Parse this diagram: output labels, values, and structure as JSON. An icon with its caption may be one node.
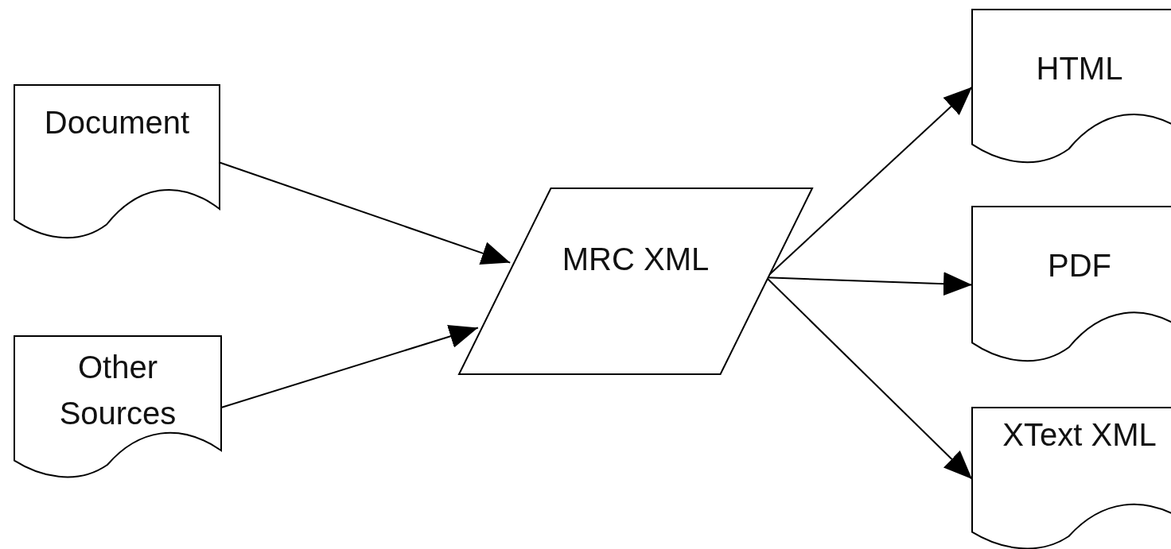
{
  "diagram": {
    "nodes": [
      {
        "text": [
          "Document"
        ]
      },
      {
        "text": [
          "Other Sources"
        ]
      },
      {
        "text": [
          "MRC XML"
        ]
      },
      {
        "text": [
          "HTML"
        ]
      },
      {
        "text": [
          "PDF"
        ]
      },
      {
        "text": [
          "XText XML"
        ]
      }
    ],
    "edges": [
      {
        "from": 0,
        "to": 2,
        "arrow": "to"
      },
      {
        "from": 1,
        "to": 2,
        "arrow": "to"
      },
      {
        "from": 2,
        "to": 3,
        "arrow": "to"
      },
      {
        "from": 2,
        "to": 4,
        "arrow": "to"
      },
      {
        "from": 2,
        "to": 5,
        "arrow": "to"
      }
    ]
  }
}
